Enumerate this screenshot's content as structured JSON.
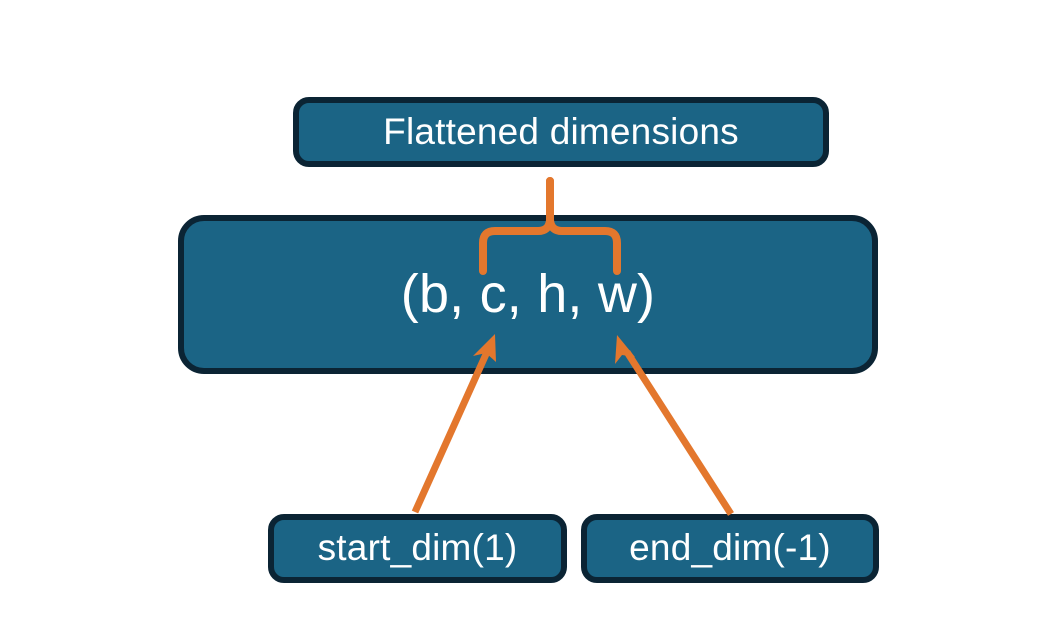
{
  "diagram": {
    "title_node": {
      "label": "Flattened dimensions",
      "name": "flattened-dimensions-box"
    },
    "shape_node": {
      "label": "(b, c, h, w)",
      "name": "tensor-shape-box"
    },
    "param_nodes": [
      {
        "label": "start_dim(1)",
        "name": "start-dim-box"
      },
      {
        "label": "end_dim(-1)",
        "name": "end-dim-box"
      }
    ],
    "connectors": [
      {
        "name": "brace-over-c-h-w",
        "kind": "curly-brace",
        "from": "tensor-shape-box",
        "to": "flattened-dimensions-box"
      },
      {
        "name": "arrow-start-dim-to-c",
        "kind": "arrow",
        "from": "start-dim-box",
        "to": "tensor-shape-box"
      },
      {
        "name": "arrow-end-dim-to-w",
        "kind": "arrow",
        "from": "end-dim-box",
        "to": "tensor-shape-box"
      }
    ],
    "colors": {
      "node_fill": "#1B6485",
      "node_border": "#0B2434",
      "node_text": "#FFFFFF",
      "connector": "#E3772D",
      "background": "#FFFFFF"
    }
  }
}
